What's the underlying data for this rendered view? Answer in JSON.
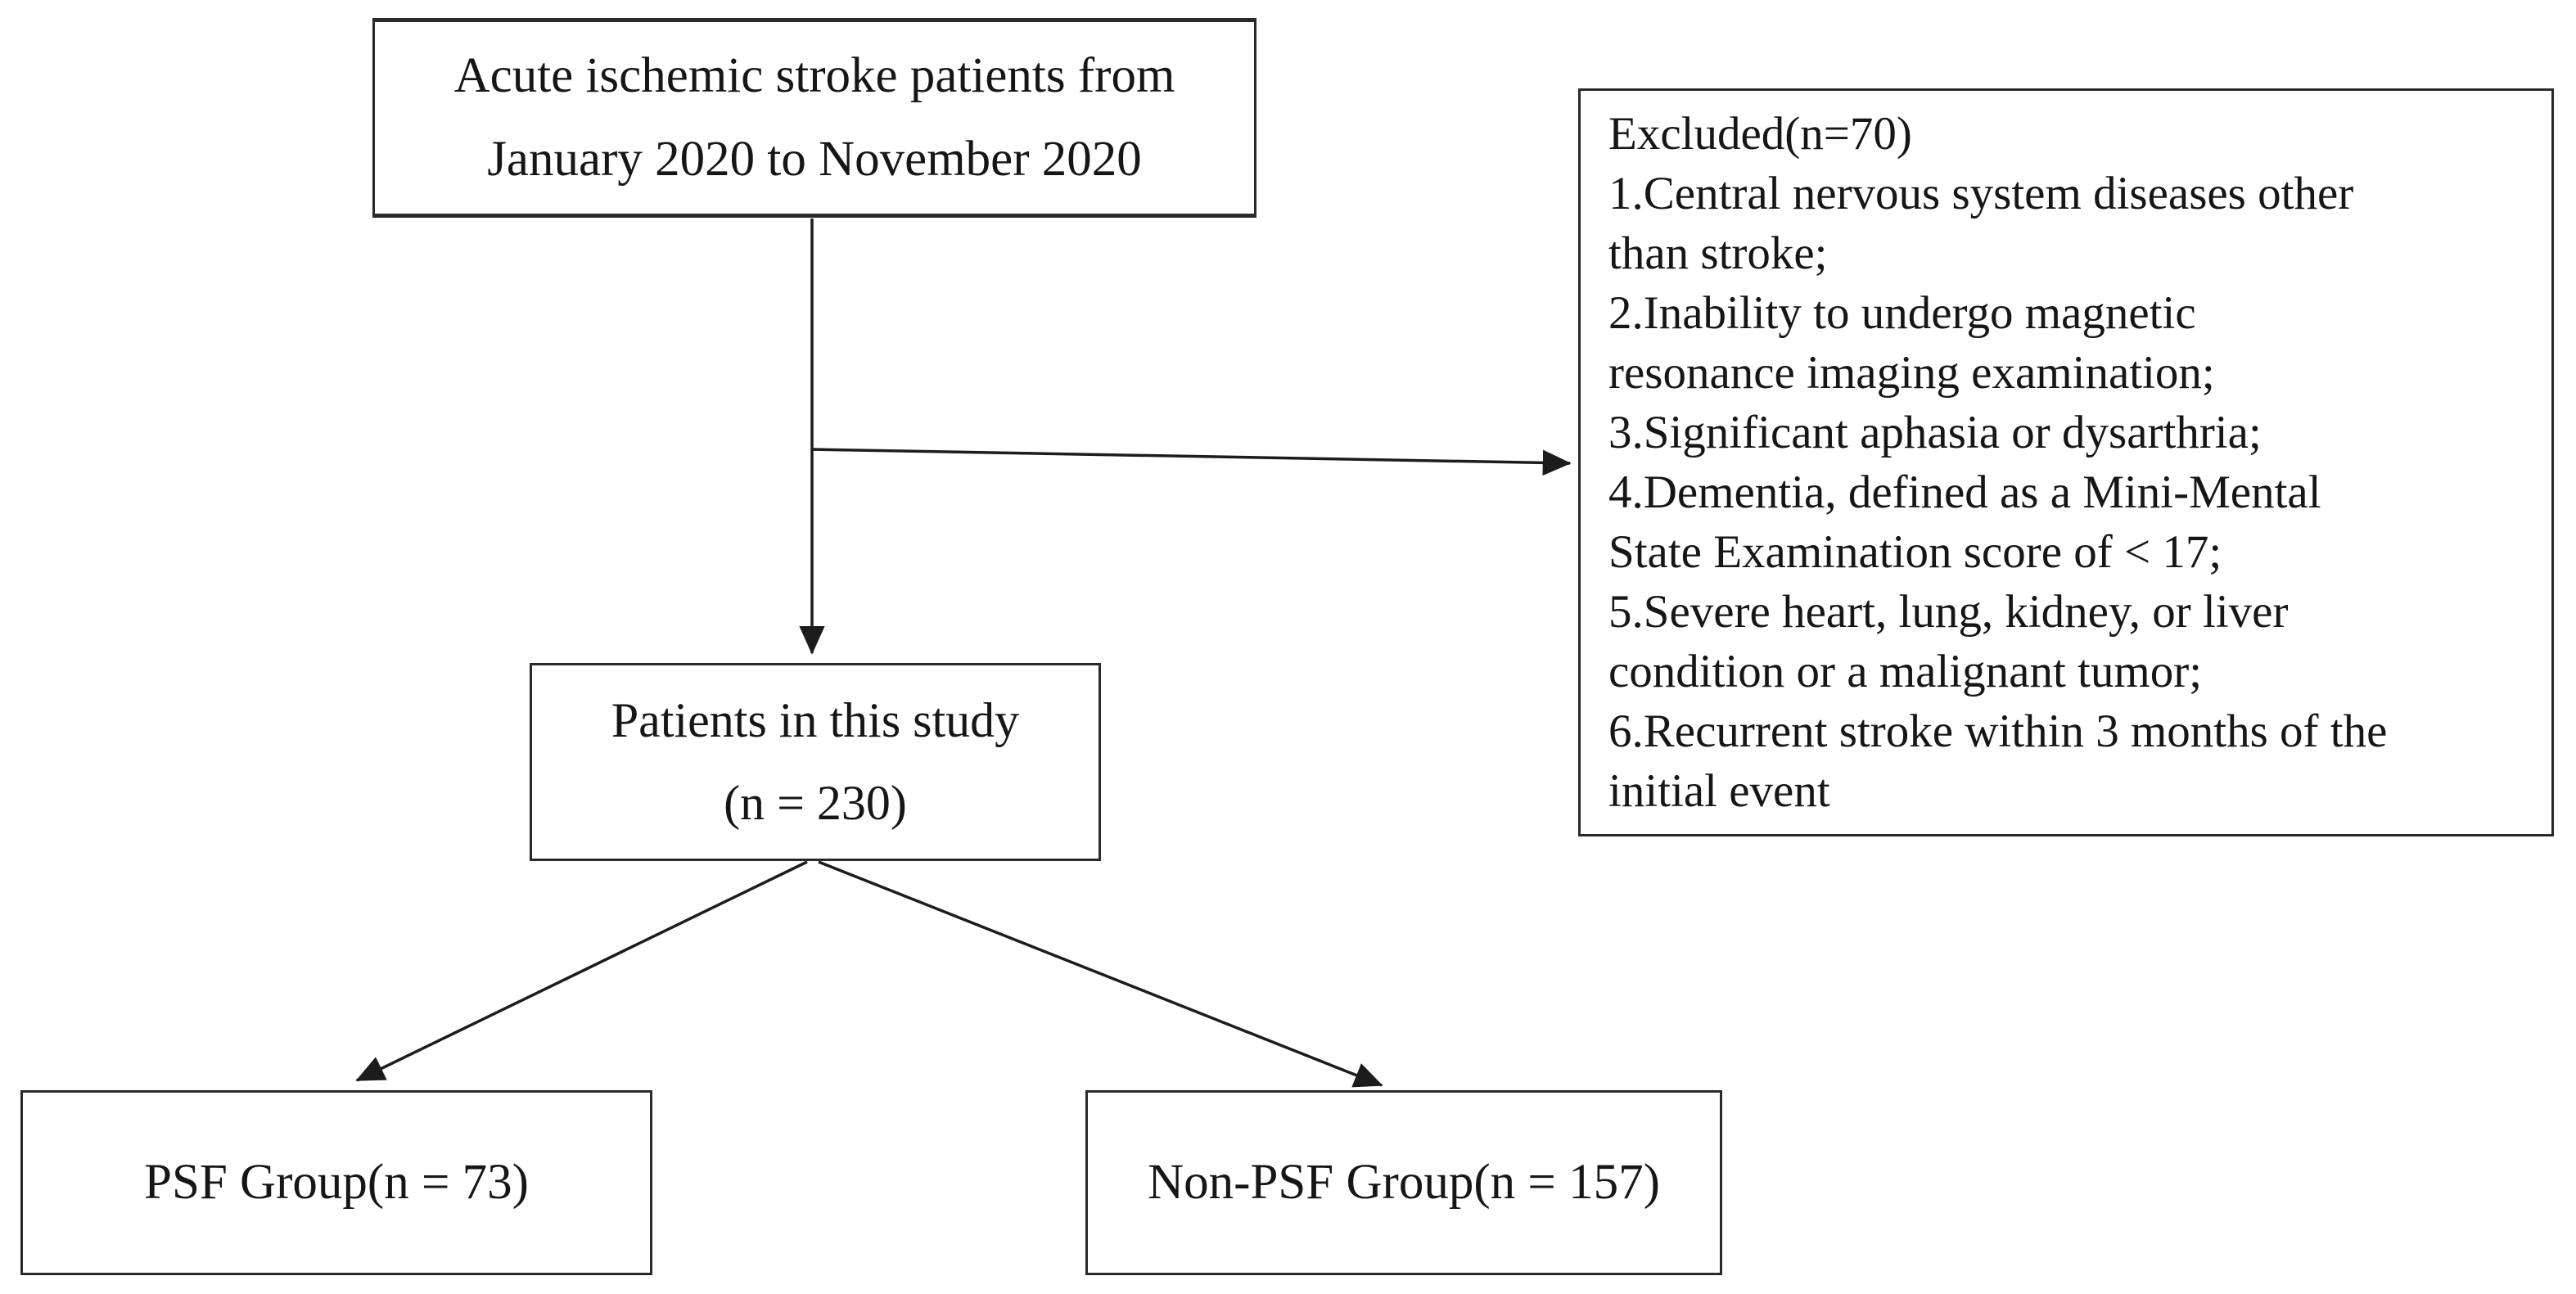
{
  "diagram": {
    "type": "study-flowchart",
    "boxes": {
      "source": {
        "line1": "Acute ischemic stroke patients from",
        "line2": "January 2020 to November 2020"
      },
      "excluded": {
        "lines": [
          "Excluded(n=70)",
          "1.Central nervous system diseases other",
          "than stroke;",
          "2.Inability to undergo magnetic",
          "resonance imaging examination;",
          "3.Significant aphasia or dysarthria;",
          "4.Dementia, defined as a Mini-Mental",
          "State Examination score of < 17;",
          "5.Severe heart, lung, kidney, or liver",
          "condition or a malignant tumor;",
          "6.Recurrent stroke within 3 months of the",
          "initial event"
        ]
      },
      "study": {
        "line1": "Patients in this study",
        "line2": "(n = 230)"
      },
      "psf_group": {
        "label": "PSF Group(n = 73)"
      },
      "non_psf_group": {
        "label": "Non-PSF Group(n = 157)"
      }
    },
    "colors": {
      "border": "#2a2a2a",
      "text": "#161616",
      "arrow": "#1c1c1c",
      "background": "#ffffff"
    }
  }
}
